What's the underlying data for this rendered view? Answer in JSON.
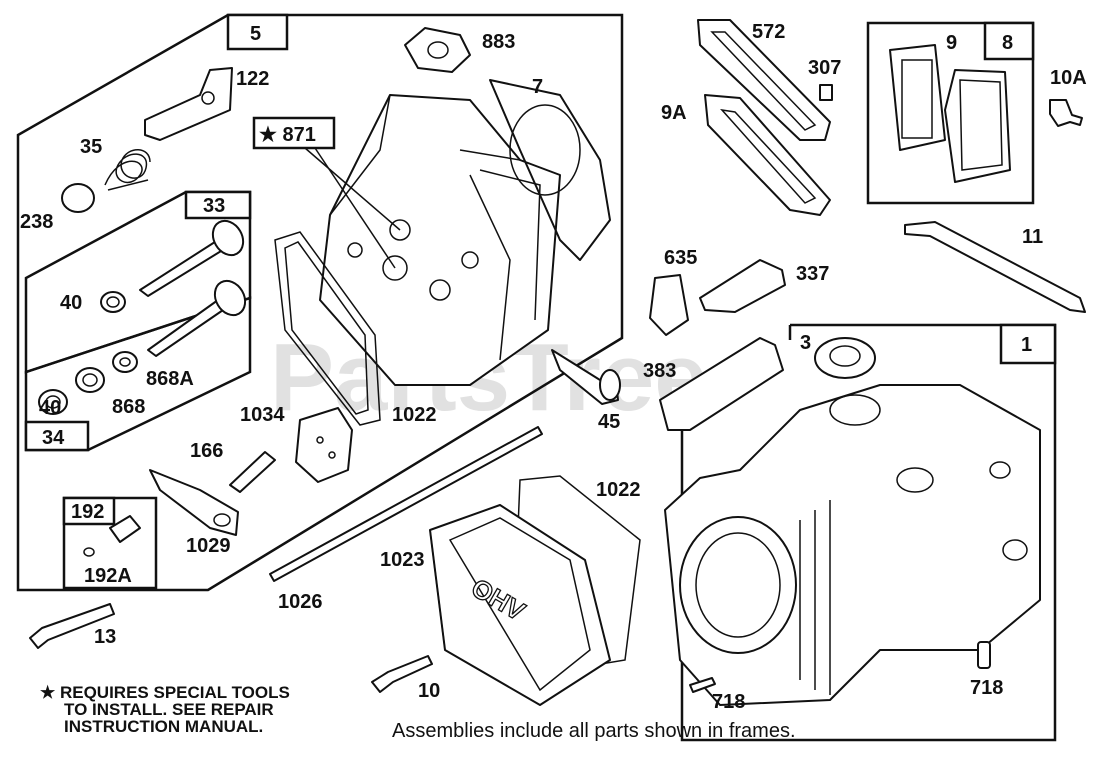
{
  "watermark": "PartsTree",
  "frames": {
    "f5": "5",
    "f33": "33",
    "f34": "34",
    "f192": "192",
    "f8": "8",
    "f1": "1"
  },
  "labels": {
    "l883": "883",
    "l122": "122",
    "l7": "7",
    "l871": "★ 871",
    "l35": "35",
    "l238": "238",
    "l40a": "40",
    "l868A": "868A",
    "l868": "868",
    "l40b": "40",
    "l1034": "1034",
    "l1022a": "1022",
    "l166": "166",
    "l1029": "1029",
    "l192A": "192A",
    "l572": "572",
    "l307": "307",
    "l9A": "9A",
    "l9": "9",
    "l10A": "10A",
    "l11": "11",
    "l635": "635",
    "l337": "337",
    "l383": "383",
    "l45": "45",
    "l3": "3",
    "l1022b": "1022",
    "l1023": "1023",
    "l1026": "1026",
    "l13": "13",
    "l10": "10",
    "l718a": "718",
    "l718b": "718"
  },
  "engraving": "OHV",
  "note": {
    "line1": "★ REQUIRES SPECIAL TOOLS",
    "line2": "TO INSTALL.  SEE REPAIR",
    "line3": "INSTRUCTION MANUAL."
  },
  "caption": "Assemblies include all parts shown in frames."
}
